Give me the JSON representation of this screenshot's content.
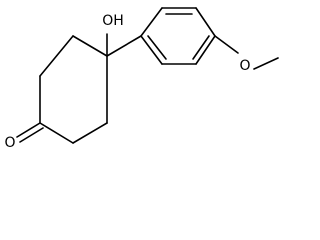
{
  "molecule": {
    "labels": {
      "hydroxyl": "OH",
      "ketone_oxygen": "O",
      "methoxy_oxygen": "O"
    },
    "colors": {
      "bond": "#000000",
      "label": "#000000",
      "background": "#ffffff"
    }
  }
}
